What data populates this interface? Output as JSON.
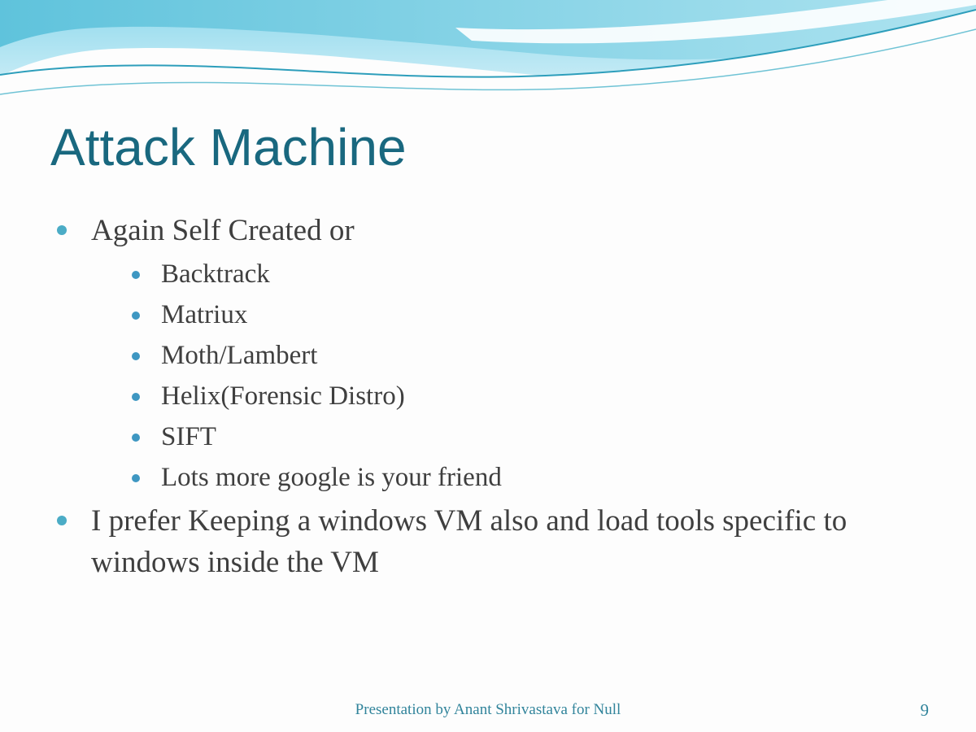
{
  "slide": {
    "title": "Attack Machine",
    "bullets": [
      {
        "level": 1,
        "text": "Again Self Created or"
      },
      {
        "level": 2,
        "text": "Backtrack"
      },
      {
        "level": 2,
        "text": "Matriux"
      },
      {
        "level": 2,
        "text": "Moth/Lambert"
      },
      {
        "level": 2,
        "text": "Helix(Forensic Distro)"
      },
      {
        "level": 2,
        "text": "SIFT"
      },
      {
        "level": 2,
        "text": "Lots more google is your friend"
      },
      {
        "level": 1,
        "text": "I prefer Keeping a windows VM also and load tools specific to windows inside the VM"
      }
    ],
    "footer": "Presentation by Anant Shrivastava for Null",
    "page_number": "9",
    "colors": {
      "title": "#19687f",
      "body_text": "#3f3f3f",
      "bullet_level1": "#4bacc6",
      "bullet_level2": "#3e97c2",
      "footer": "#31849b",
      "wave_dark": "#5fc3dc",
      "wave_light": "#c9ecf6",
      "wave_line": "#2d9ebb"
    }
  }
}
